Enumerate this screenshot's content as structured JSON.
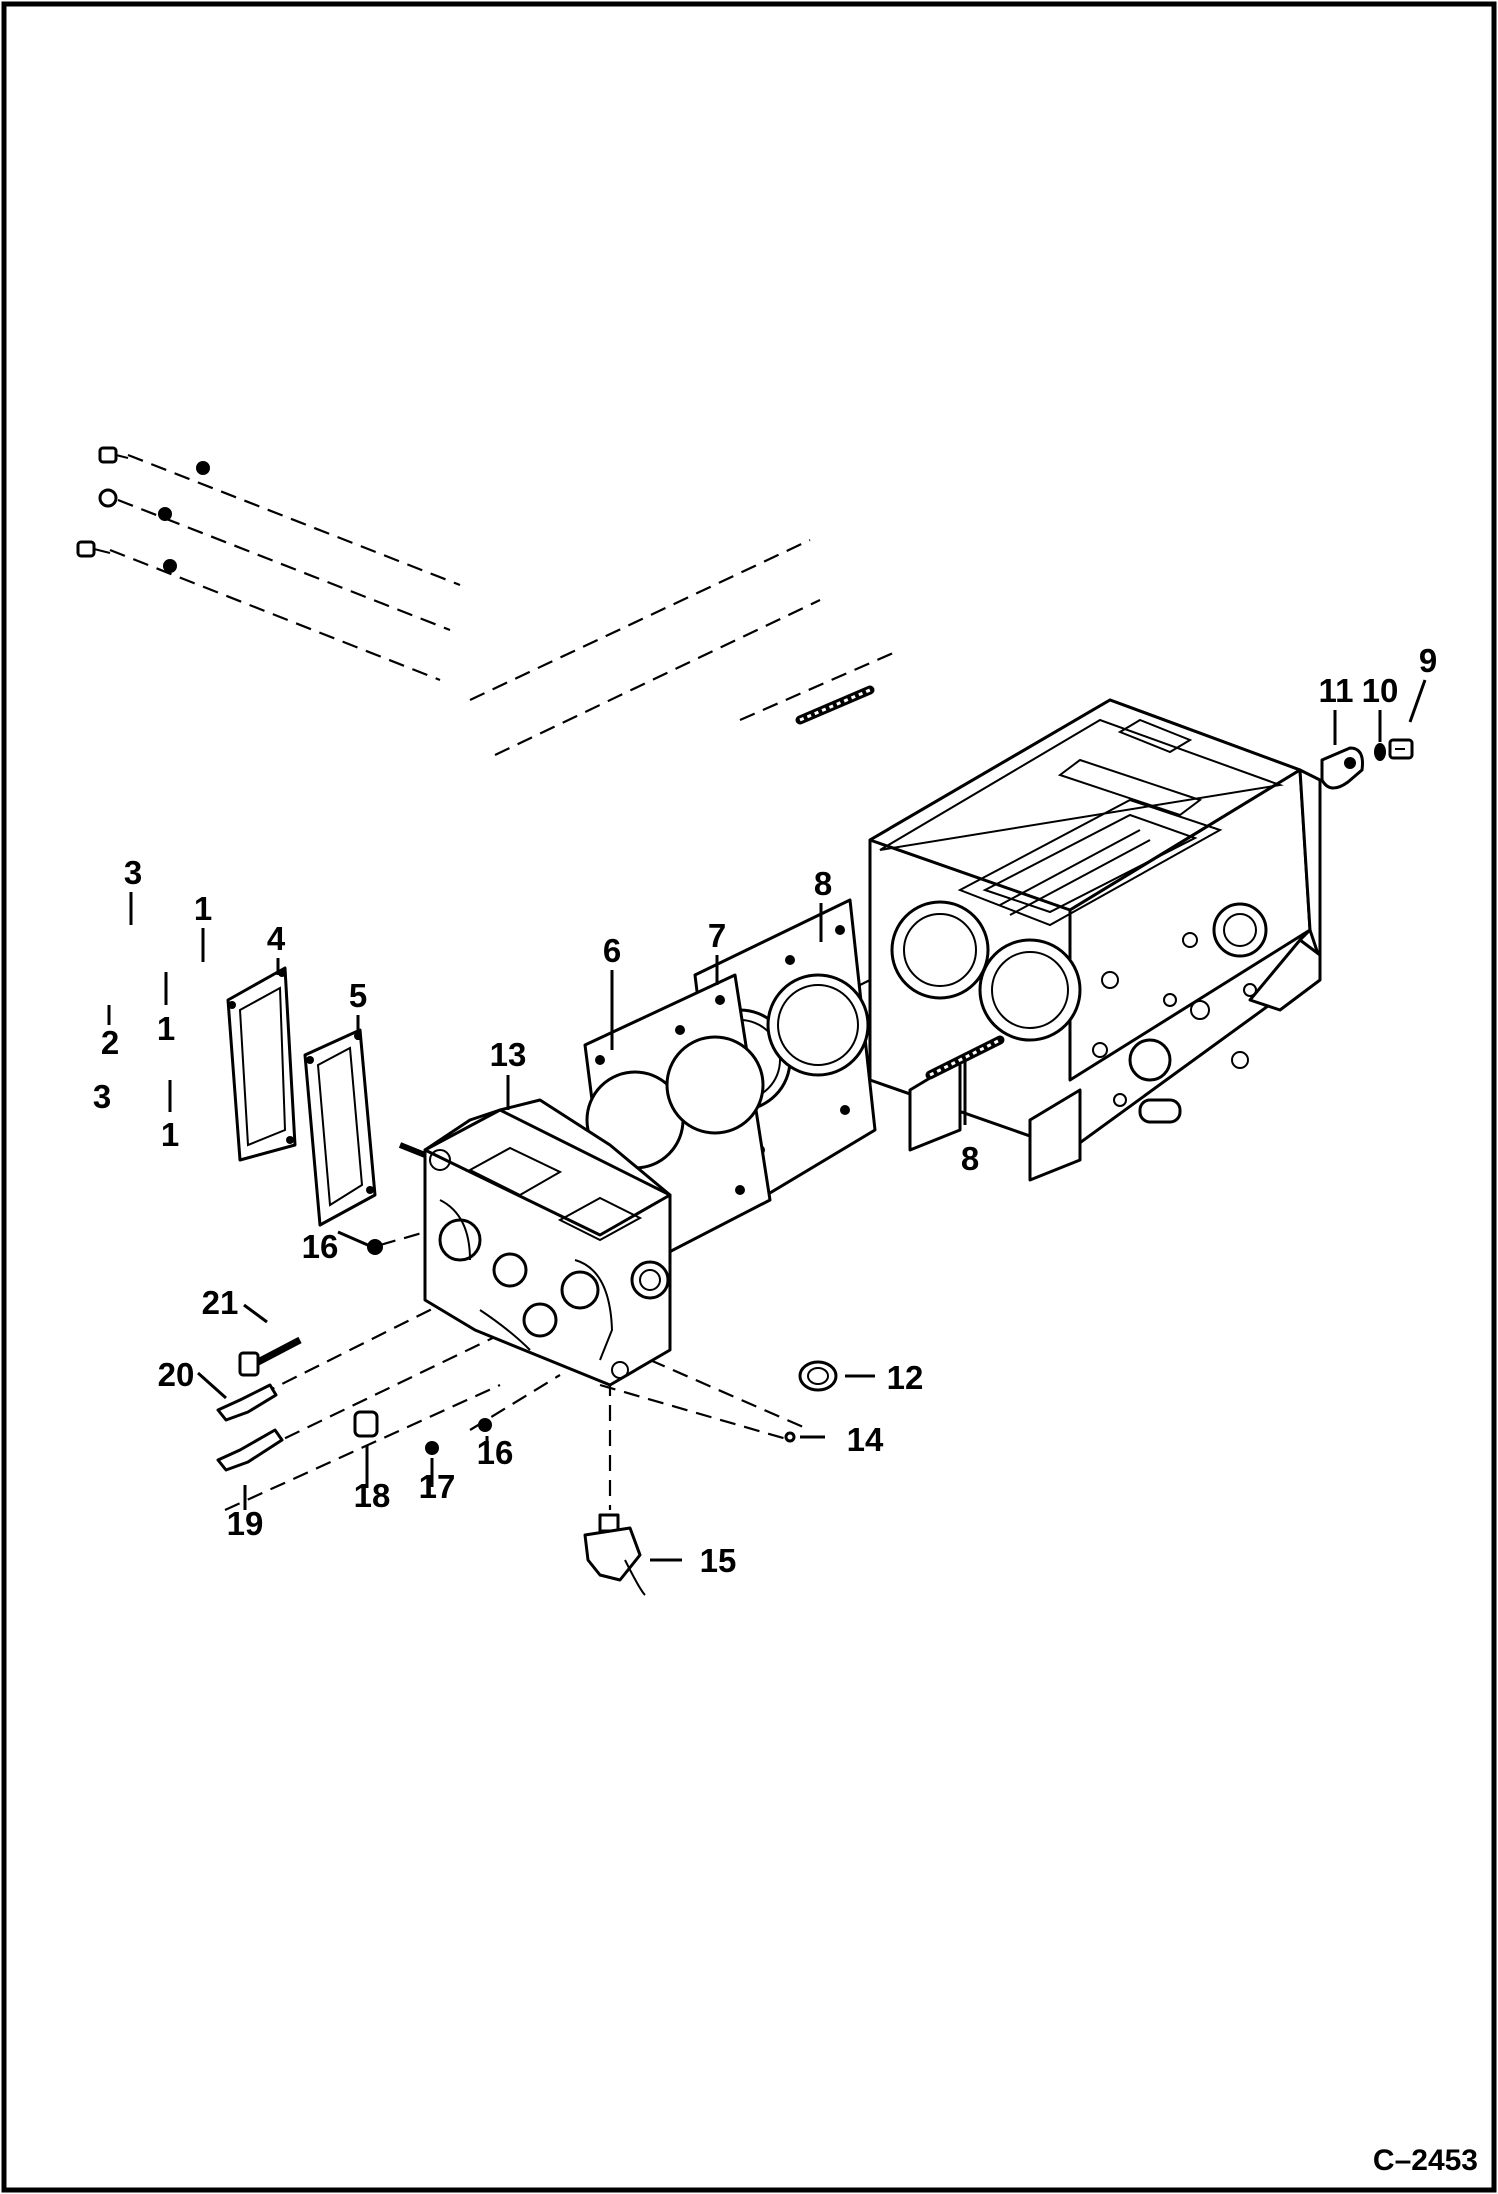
{
  "diagram": {
    "drawing_code": "C–2453",
    "callouts": [
      "1",
      "2",
      "3",
      "4",
      "5",
      "6",
      "7",
      "8",
      "9",
      "10",
      "11",
      "12",
      "13",
      "14",
      "15",
      "16",
      "17",
      "18",
      "19",
      "20",
      "21"
    ]
  }
}
